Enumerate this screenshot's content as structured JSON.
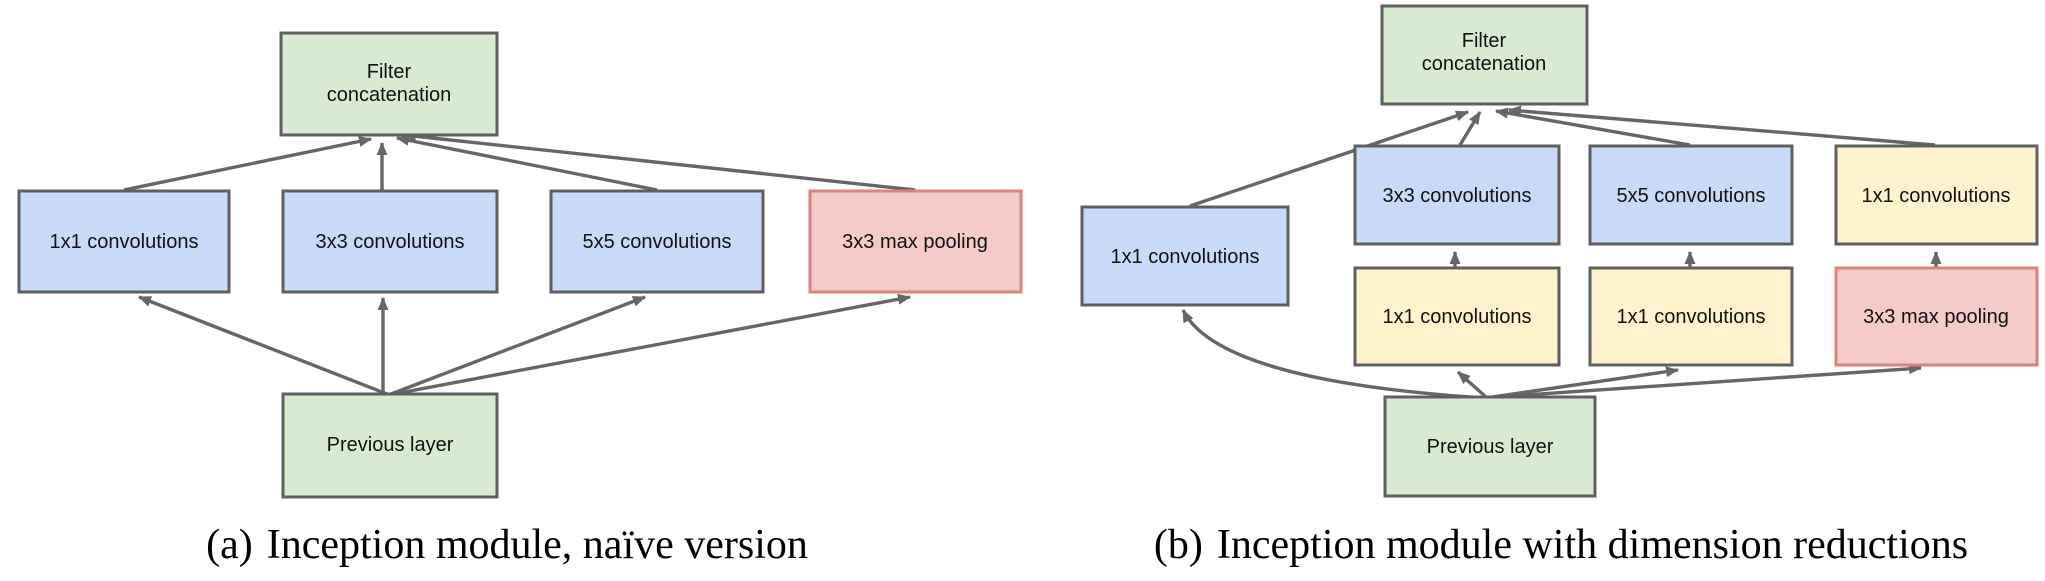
{
  "colors": {
    "green_fill": "#d9ead3",
    "blue_fill": "#c9daf8",
    "yellow_fill": "#fff2cc",
    "red_fill": "#f5cbca",
    "gray_border": "#5f5f5f",
    "red_border": "#dd8181",
    "arrow": "#666666",
    "text": "#111111"
  },
  "panel_a": {
    "caption_prefix": "(a)",
    "caption_text": "Inception module, naïve version",
    "nodes": {
      "filter_concat": {
        "line1": "Filter",
        "line2": "concatenation"
      },
      "conv_1x1": {
        "label": "1x1 convolutions"
      },
      "conv_3x3": {
        "label": "3x3 convolutions"
      },
      "conv_5x5": {
        "label": "5x5 convolutions"
      },
      "maxpool_3x3": {
        "label": "3x3 max pooling"
      },
      "previous_layer": {
        "label": "Previous layer"
      }
    }
  },
  "panel_b": {
    "caption_prefix": "(b)",
    "caption_text": "Inception module with dimension reductions",
    "nodes": {
      "filter_concat": {
        "line1": "Filter",
        "line2": "concatenation"
      },
      "conv_1x1_branch": {
        "label": "1x1 convolutions"
      },
      "conv_3x3": {
        "label": "3x3 convolutions"
      },
      "conv_5x5": {
        "label": "5x5 convolutions"
      },
      "conv_1x1_after_pool": {
        "label": "1x1 convolutions"
      },
      "conv_1x1_reduce_3x3": {
        "label": "1x1 convolutions"
      },
      "conv_1x1_reduce_5x5": {
        "label": "1x1 convolutions"
      },
      "maxpool_3x3": {
        "label": "3x3 max pooling"
      },
      "previous_layer": {
        "label": "Previous layer"
      }
    }
  }
}
